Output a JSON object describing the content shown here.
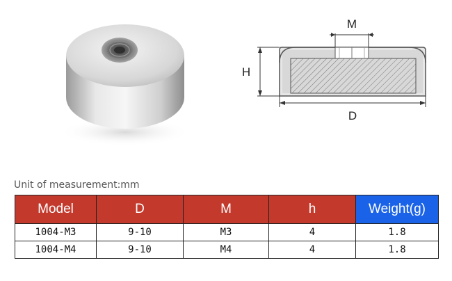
{
  "drawing": {
    "m_label": "M",
    "h_label": "H",
    "d_label": "D"
  },
  "unit_note": "Unit of measurement:mm",
  "table": {
    "headers": [
      "Model",
      "D",
      "M",
      "h",
      "Weight(g)"
    ],
    "rows": [
      [
        "1004-M3",
        "9-10",
        "M3",
        "4",
        "1.8"
      ],
      [
        "1004-M4",
        "9-10",
        "M4",
        "4",
        "1.8"
      ]
    ]
  },
  "colors": {
    "header_red": "#c33a2d",
    "header_blue": "#1a63e8"
  }
}
